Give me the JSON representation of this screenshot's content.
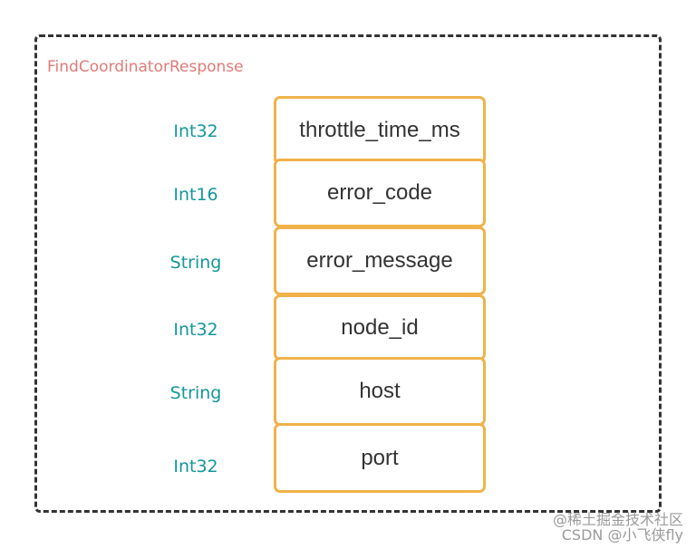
{
  "diagram": {
    "title": "FindCoordinatorResponse",
    "fields": [
      {
        "type": "Int32",
        "name": "throttle_time_ms"
      },
      {
        "type": "Int16",
        "name": "error_code"
      },
      {
        "type": "String",
        "name": "error_message"
      },
      {
        "type": "Int32",
        "name": "node_id"
      },
      {
        "type": "String",
        "name": "host"
      },
      {
        "type": "Int32",
        "name": "port"
      }
    ]
  },
  "watermark": {
    "line1": "@稀土掘金技术社区",
    "line2": "CSDN @小飞侠fly"
  },
  "colors": {
    "title": "#e07b78",
    "type_label": "#14979c",
    "box_border": "#f0b24a",
    "frame_border": "#333333"
  }
}
